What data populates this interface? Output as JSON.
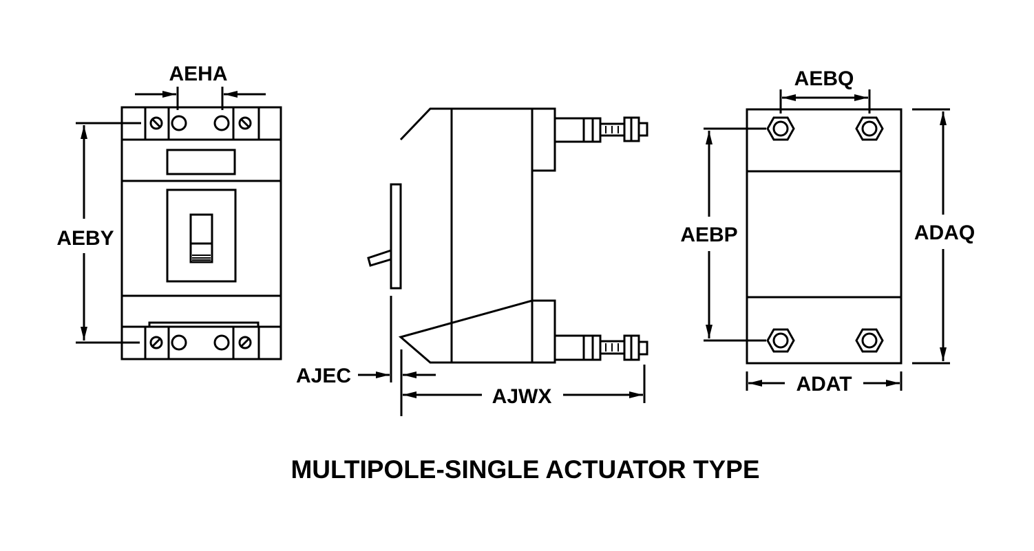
{
  "title": "MULTIPOLE-SINGLE ACTUATOR TYPE",
  "front_view": {
    "dimensions": {
      "terminal_spacing": "AEHA",
      "terminal_height": "AEBY"
    }
  },
  "side_view": {
    "dimensions": {
      "actuator_offset": "AJEC",
      "overall_depth": "AJWX"
    }
  },
  "rear_view": {
    "dimensions": {
      "stud_spacing_horizontal": "AEBQ",
      "stud_spacing_vertical": "AEBP",
      "overall_height": "ADAQ",
      "overall_width": "ADAT"
    }
  },
  "colors": {
    "ink": "#000000",
    "background": "#ffffff"
  }
}
